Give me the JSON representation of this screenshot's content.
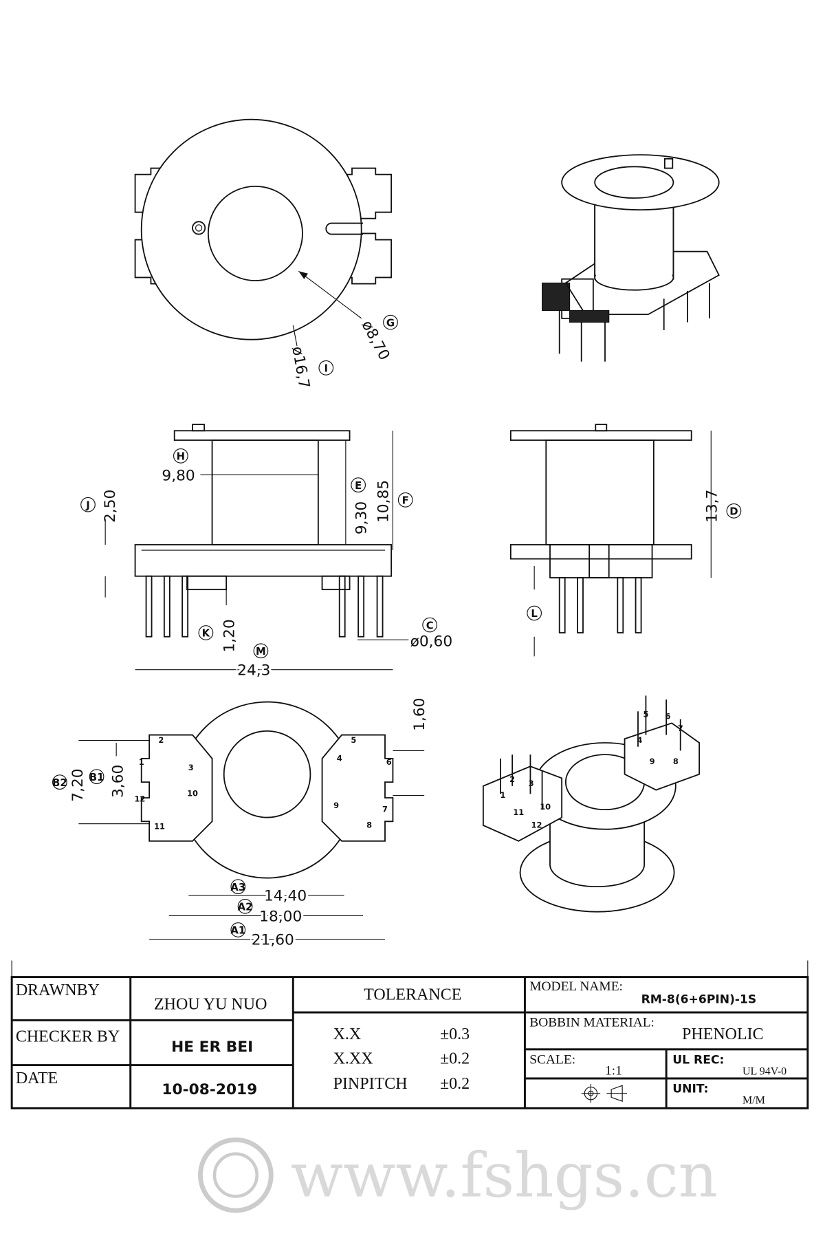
{
  "watermark": "www.fshgs.cn",
  "top_view": {
    "inner_dia": "ø8,70",
    "inner_tag": "G",
    "outer_dia": "ø16,7",
    "outer_tag": "I"
  },
  "side_view": {
    "h_tag": "H",
    "h_value": "9,80",
    "j_tag": "J",
    "j_value": "2,50",
    "e_tag": "E",
    "e_value": "9,30",
    "f_tag": "F",
    "f_value": "10,85",
    "k_tag": "K",
    "k_value": "1,20",
    "c_tag": "C",
    "c_value": "ø0,60"
  },
  "front_view": {
    "d_tag": "D",
    "d_value": "13,7",
    "l_tag": "L"
  },
  "bottom_view": {
    "m_tag": "M",
    "m_value": "24,3",
    "pitch_value": "1,60",
    "b1_tag": "B1",
    "b1_value": "3,60",
    "b2_tag": "B2",
    "b2_value": "7,20",
    "a3_tag": "A3",
    "a3_value": "14,40",
    "a2_tag": "A2",
    "a2_value": "18,00",
    "a1_tag": "A1",
    "a1_value": "21,60",
    "pins": [
      "1",
      "2",
      "3",
      "4",
      "5",
      "6",
      "7",
      "8",
      "9",
      "10",
      "11",
      "12"
    ]
  },
  "iso_pins": [
    "1",
    "2",
    "3",
    "4",
    "5",
    "6",
    "7",
    "8",
    "9",
    "10",
    "11",
    "12"
  ],
  "title_block": {
    "drawn_by_label": "DRAWNBY",
    "drawn_by": "ZHOU YU NUO",
    "checker_label": "CHECKER BY",
    "checker": "HE ER BEI",
    "date_label": "DATE",
    "date": "10-08-2019",
    "tolerance_label": "TOLERANCE",
    "tolerances": [
      {
        "format": "X.X",
        "value": "±0.3"
      },
      {
        "format": "X.XX",
        "value": "±0.2"
      },
      {
        "format": "PINPITCH",
        "value": "±0.2"
      }
    ],
    "model_label": "MODEL NAME:",
    "model": "RM-8(6+6PIN)-1S",
    "material_label": "BOBBIN MATERIAL:",
    "material": "PHENOLIC",
    "scale_label": "SCALE:",
    "scale": "1:1",
    "ul_label": "UL REC:",
    "ul": "UL 94V-0",
    "unit_label": "UNIT:",
    "unit": "M/M"
  }
}
